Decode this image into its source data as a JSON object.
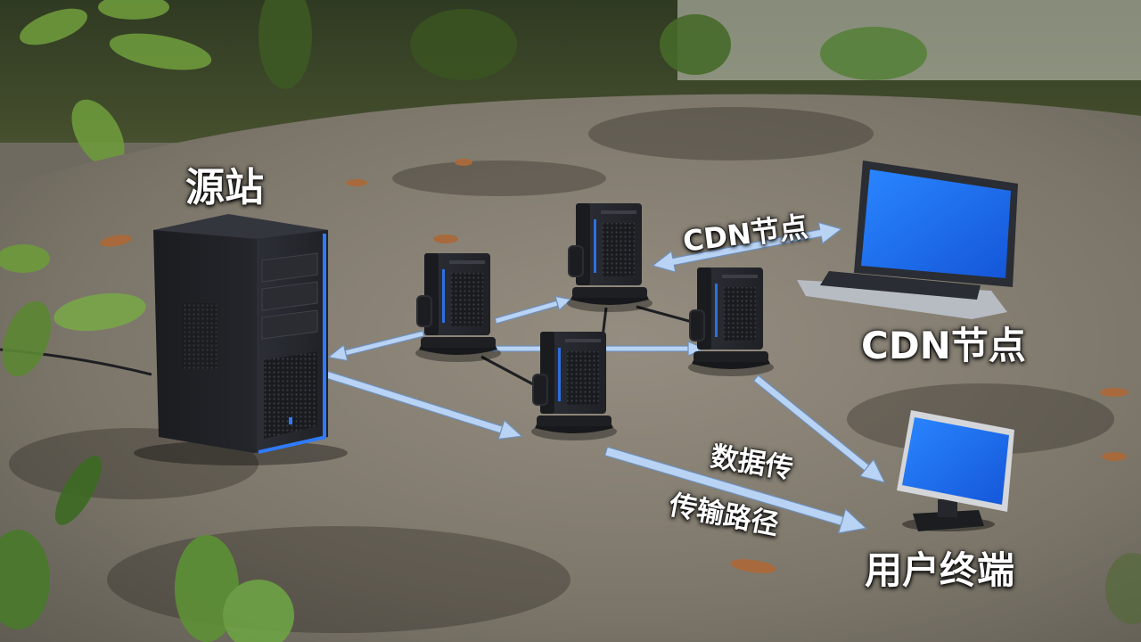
{
  "labels": {
    "origin": "源站",
    "cdn_node_arrow": "CDN节点",
    "cdn_node": "CDN节点",
    "data_transfer": "数据传",
    "transfer_path": "传输路径",
    "user_terminal": "用户终端"
  },
  "colors": {
    "ground": "#7a7468",
    "server_body": "#26282d",
    "accent_blue": "#2f7bff",
    "arrow_fill": "#b9d3f5",
    "screen_blue": "#1f6fe6",
    "foliage": "#5d8a3a"
  },
  "icons": {
    "origin_server": "tower-server-icon",
    "edge_node": "edge-server-icon",
    "laptop": "laptop-icon",
    "monitor": "monitor-icon"
  }
}
